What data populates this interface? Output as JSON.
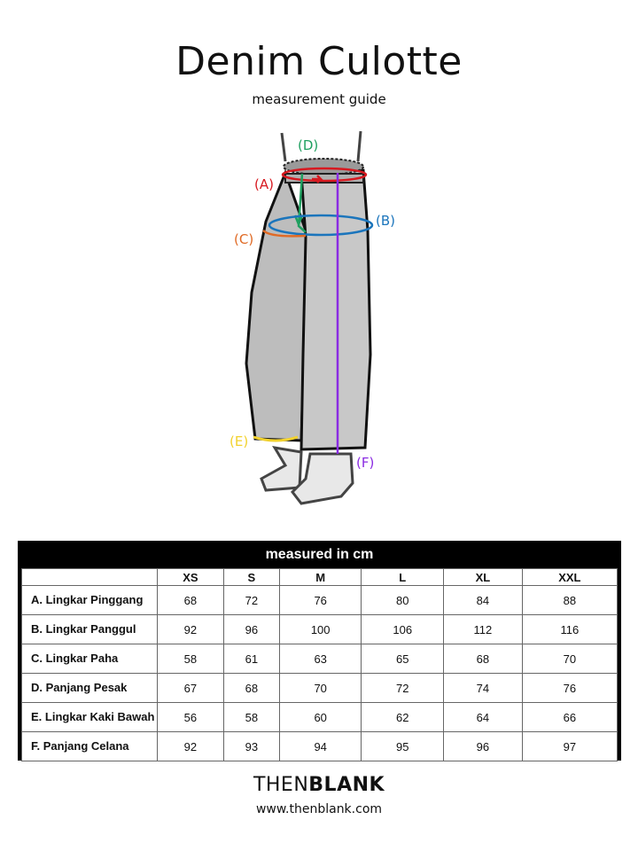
{
  "title": "Denim Culotte",
  "subtitle": "measurement guide",
  "illustration": {
    "labels": [
      {
        "key": "A",
        "text": "(A)",
        "color": "#d71920"
      },
      {
        "key": "B",
        "text": "(B)",
        "color": "#1b75bc"
      },
      {
        "key": "C",
        "text": "(C)",
        "color": "#e06a25"
      },
      {
        "key": "D",
        "text": "(D)",
        "color": "#1fa060"
      },
      {
        "key": "E",
        "text": "(E)",
        "color": "#f2d22e"
      },
      {
        "key": "F",
        "text": "(F)",
        "color": "#8a2be2"
      }
    ]
  },
  "table": {
    "caption": "measured in cm",
    "sizes": [
      "XS",
      "S",
      "M",
      "L",
      "XL",
      "XXL"
    ],
    "rows": [
      {
        "label": "A. Lingkar Pinggang",
        "values": [
          "68",
          "72",
          "76",
          "80",
          "84",
          "88"
        ]
      },
      {
        "label": "B. Lingkar Panggul",
        "values": [
          "92",
          "96",
          "100",
          "106",
          "112",
          "116"
        ]
      },
      {
        "label": "C. Lingkar Paha",
        "values": [
          "58",
          "61",
          "63",
          "65",
          "68",
          "70"
        ]
      },
      {
        "label": "D. Panjang Pesak",
        "values": [
          "67",
          "68",
          "70",
          "72",
          "74",
          "76"
        ]
      },
      {
        "label": "E. Lingkar Kaki Bawah",
        "values": [
          "56",
          "58",
          "60",
          "62",
          "64",
          "66"
        ]
      },
      {
        "label": "F. Panjang Celana",
        "values": [
          "92",
          "93",
          "94",
          "95",
          "96",
          "97"
        ]
      }
    ]
  },
  "brand": {
    "part1": "THEN",
    "part2": "BLANK"
  },
  "url": "www.thenblank.com"
}
